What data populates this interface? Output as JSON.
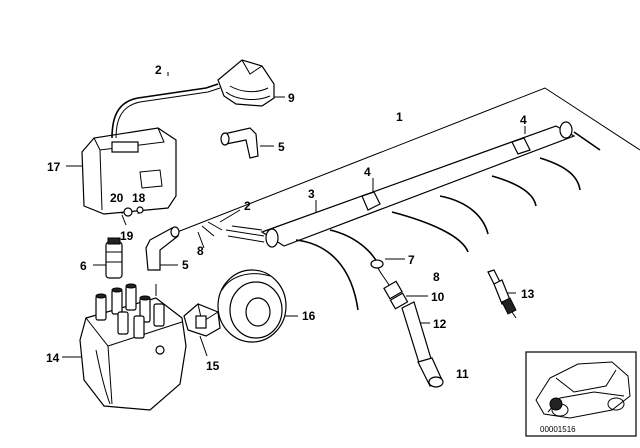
{
  "callouts": {
    "c1": "1",
    "c2a": "2",
    "c2b": "2",
    "c3": "3",
    "c4a": "4",
    "c4b": "4",
    "c5a": "5",
    "c5b": "5",
    "c6": "6",
    "c7": "7",
    "c8a": "8",
    "c8b": "8",
    "c9": "9",
    "c10": "10",
    "c11": "11",
    "c12": "12",
    "c13": "13",
    "c14": "14",
    "c15": "15",
    "c16": "16",
    "c17": "17",
    "c18": "18",
    "c19": "19",
    "c20": "20"
  },
  "diagram_code": "00001516",
  "colors": {
    "line": "#000000",
    "background": "#ffffff",
    "fill_dark": "#222222"
  }
}
